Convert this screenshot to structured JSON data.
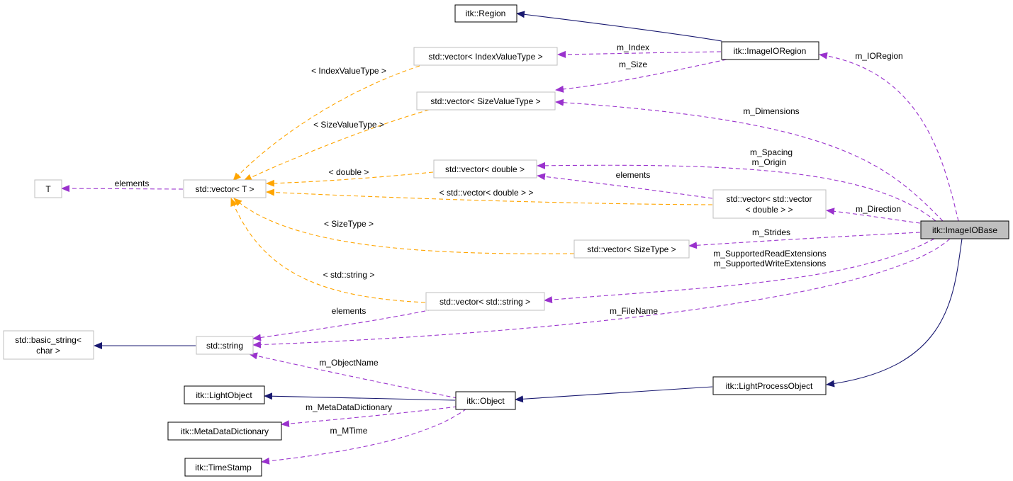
{
  "nodes": {
    "itk_region": "itk::Region",
    "itk_imageioregion": "itk::ImageIORegion",
    "vec_index": "std::vector< IndexValueType >",
    "vec_size": "std::vector< SizeValueType >",
    "vec_double": "std::vector< double >",
    "t": "T",
    "vec_t": "std::vector< T >",
    "vec_vec_double_l1": "std::vector< std::vector",
    "vec_vec_double_l2": "< double > >",
    "imageiobase": "itk::ImageIOBase",
    "vec_sizetype": "std::vector< SizeType >",
    "vec_string": "std::vector< std::string >",
    "basic_string_l1": "std::basic_string<",
    "basic_string_l2": "char >",
    "std_string": "std::string",
    "lightprocessobject": "itk::LightProcessObject",
    "lightobject": "itk::LightObject",
    "object": "itk::Object",
    "metadatadictionary": "itk::MetaDataDictionary",
    "timestamp": "itk::TimeStamp"
  },
  "edge_labels": {
    "m_index": "m_Index",
    "m_size": "m_Size",
    "m_ioregion": "m_IORegion",
    "m_dimensions": "m_Dimensions",
    "m_spacing": "m_Spacing",
    "m_origin": "m_Origin",
    "elements_vv": "elements",
    "m_direction": "m_Direction",
    "m_strides": "m_Strides",
    "m_supportedread": "m_SupportedReadExtensions",
    "m_supportedwrite": "m_SupportedWriteExtensions",
    "m_filename": "m_FileName",
    "elements_t": "elements",
    "elements_str": "elements",
    "m_objectname": "m_ObjectName",
    "m_metadatadictionary": "m_MetaDataDictionary",
    "m_mtime": "m_MTime",
    "tpl_index": "< IndexValueType >",
    "tpl_size": "< SizeValueType >",
    "tpl_double": "< double >",
    "tpl_vecdouble": "< std::vector< double > >",
    "tpl_sizetype": "< SizeType >",
    "tpl_string": "< std::string >"
  },
  "colors": {
    "inheritance": "#191970",
    "usage": "#9a32cd",
    "template": "#ffa500",
    "focus_fill": "#bfbfbf",
    "weak_border": "#bfbfbf"
  }
}
